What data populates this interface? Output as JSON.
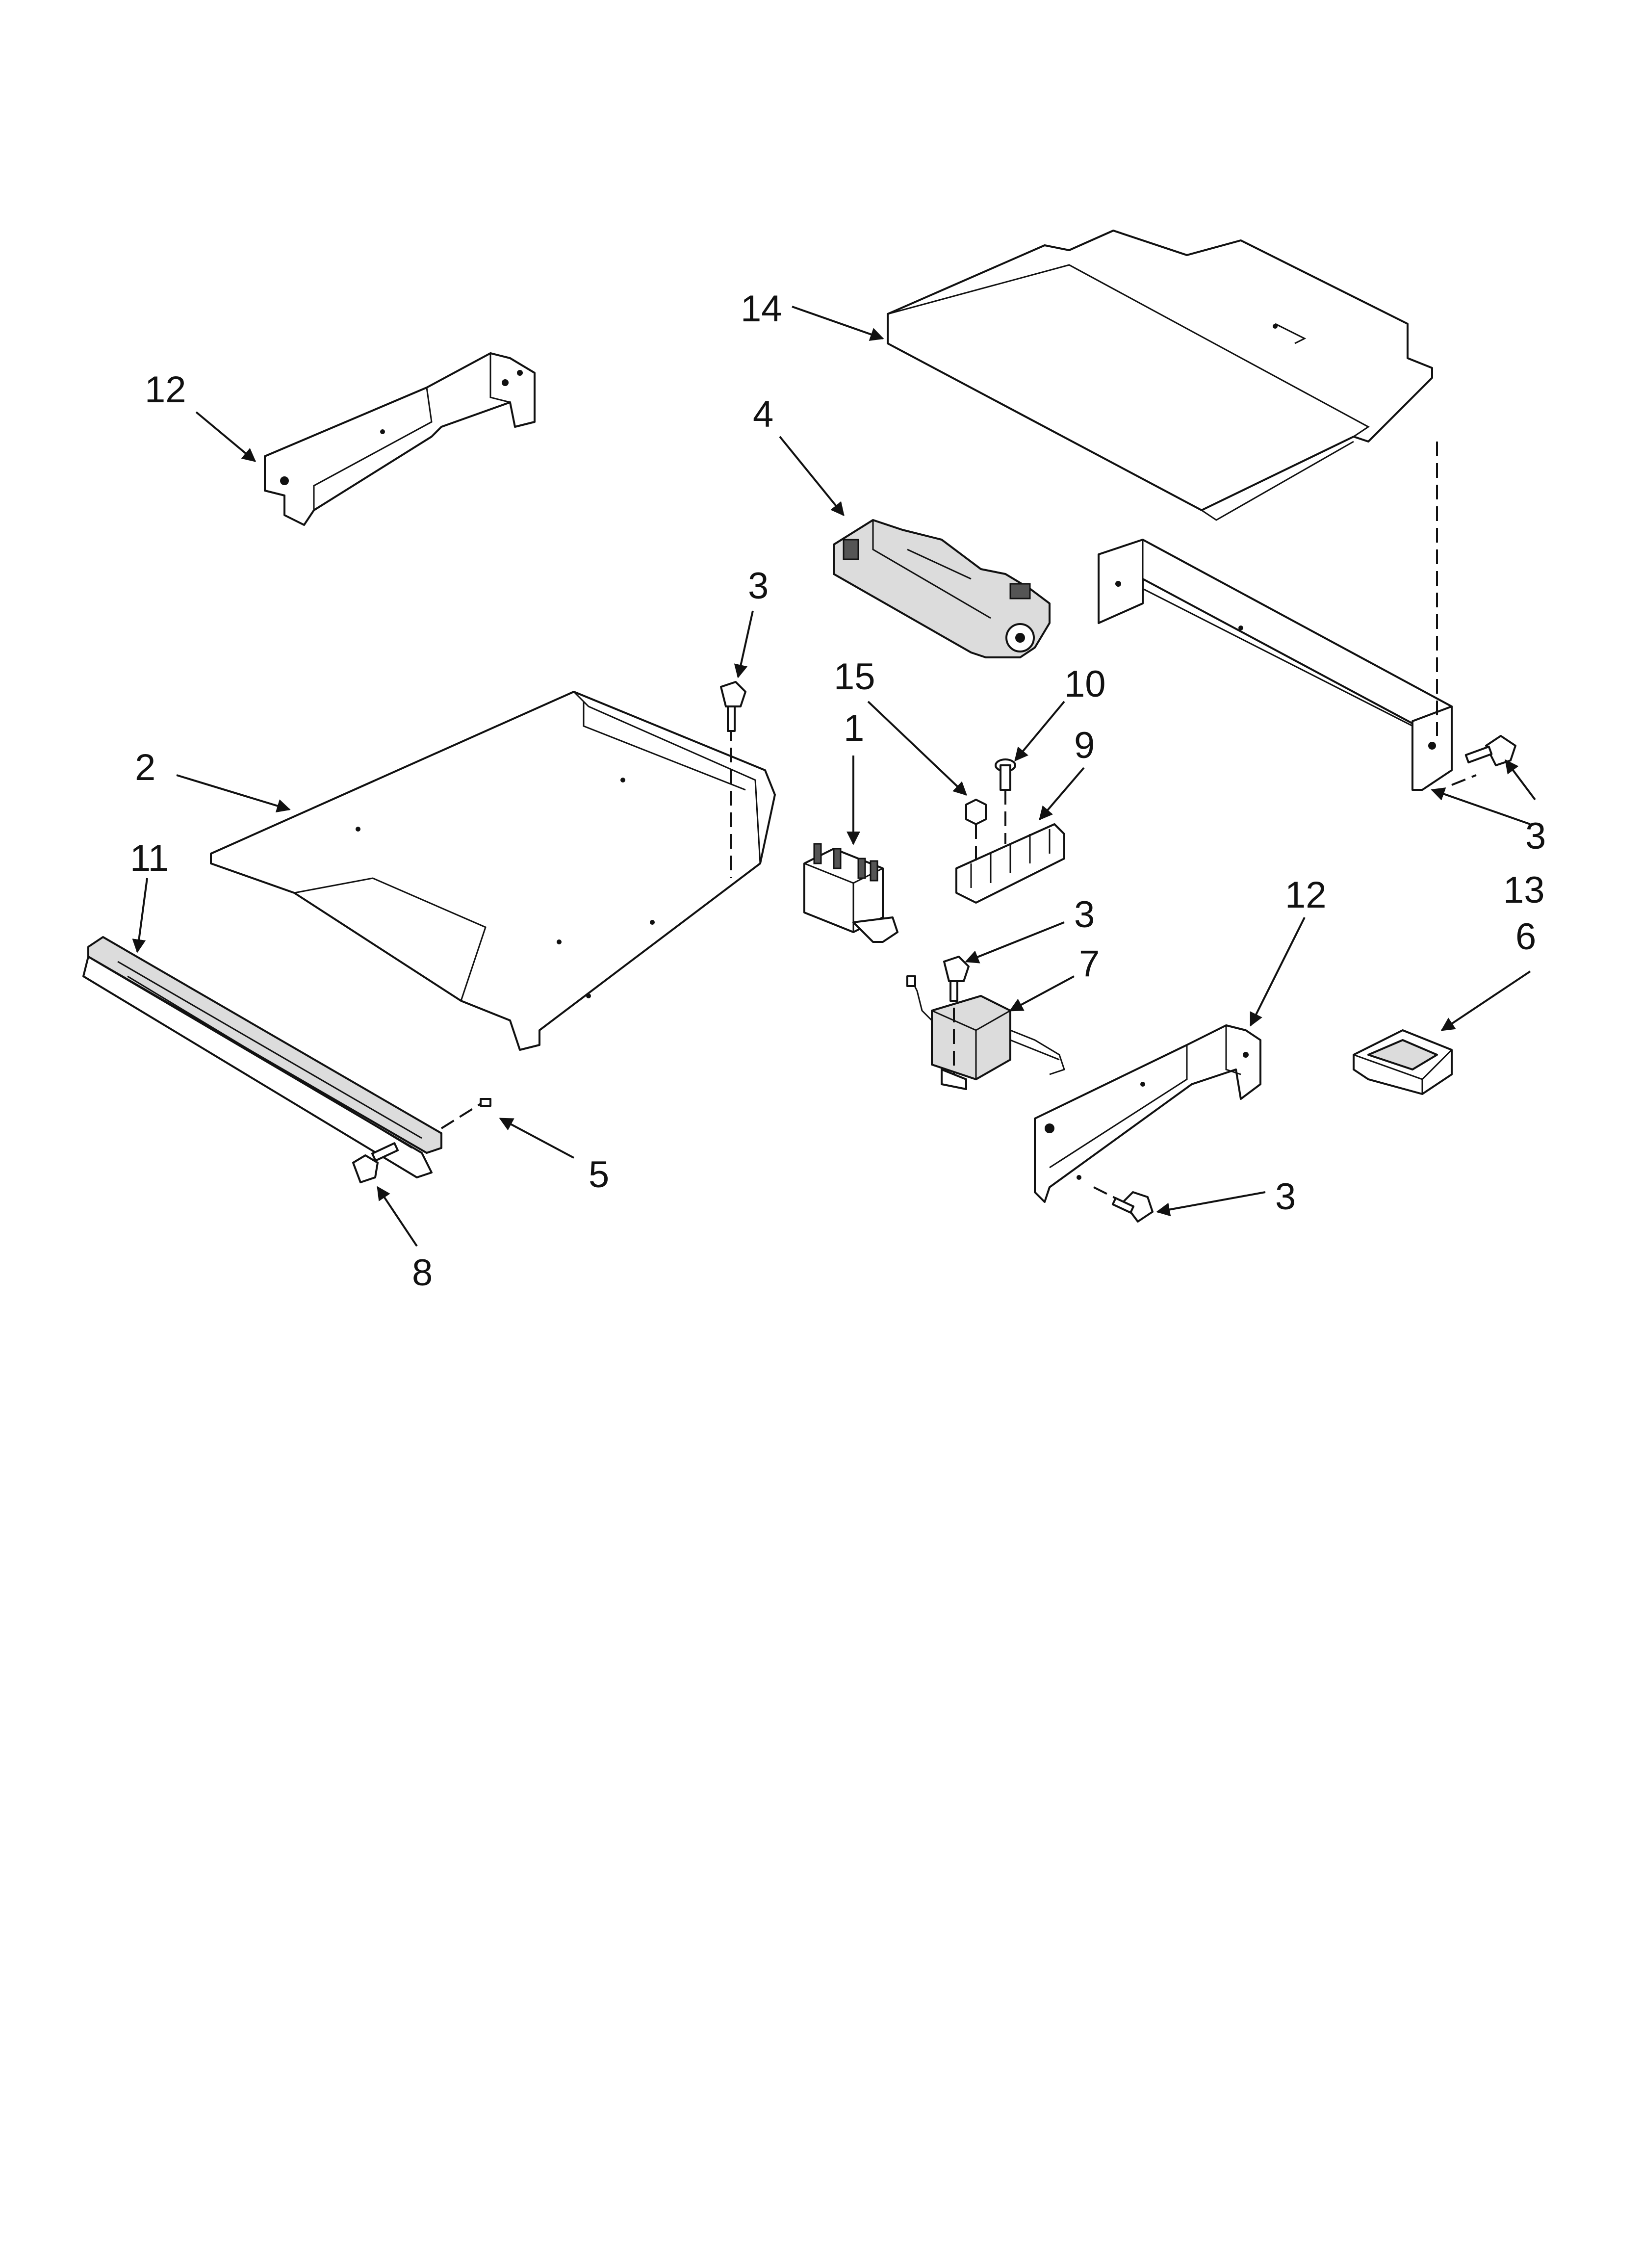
{
  "diagram": {
    "callouts": [
      {
        "id": "c14",
        "label": "14"
      },
      {
        "id": "c12a",
        "label": "12"
      },
      {
        "id": "c4",
        "label": "4"
      },
      {
        "id": "c3a",
        "label": "3"
      },
      {
        "id": "c15",
        "label": "15"
      },
      {
        "id": "c10",
        "label": "10"
      },
      {
        "id": "c1",
        "label": "1"
      },
      {
        "id": "c9",
        "label": "9"
      },
      {
        "id": "c2",
        "label": "2"
      },
      {
        "id": "c11",
        "label": "11"
      },
      {
        "id": "c3b",
        "label": "3"
      },
      {
        "id": "c7",
        "label": "7"
      },
      {
        "id": "c12b",
        "label": "12"
      },
      {
        "id": "c3c",
        "label": "3"
      },
      {
        "id": "c13",
        "label": "13"
      },
      {
        "id": "c6",
        "label": "6"
      },
      {
        "id": "c5",
        "label": "5"
      },
      {
        "id": "c8",
        "label": "8"
      },
      {
        "id": "c3d",
        "label": "3"
      }
    ]
  }
}
